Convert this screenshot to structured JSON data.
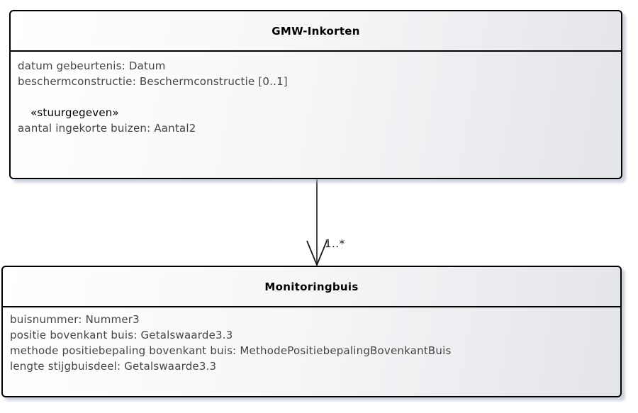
{
  "diagram": {
    "classes": [
      {
        "name": "GMW-Inkorten",
        "attributes": [
          "datum gebeurtenis: Datum",
          "beschermconstructie: Beschermconstructie [0..1]"
        ],
        "stereotype": "«stuurgegeven»",
        "stereotype_attributes": [
          "aantal ingekorte buizen: Aantal2"
        ]
      },
      {
        "name": "Monitoringbuis",
        "attributes": [
          "buisnummer: Nummer3",
          "positie bovenkant buis: Getalswaarde3.3",
          "methode positiebepaling bovenkant buis: MethodePositiebepalingBovenkantBuis",
          "lengte stijgbuisdeel: Getalswaarde3.3"
        ]
      }
    ],
    "association": {
      "source": "GMW-Inkorten",
      "target": "Monitoringbuis",
      "target_multiplicity": "1..*"
    },
    "colors": {
      "border": "#000000",
      "fill_start": "#ffffff",
      "fill_end": "#e4e5e9",
      "attribute_text": "#454545",
      "title_text": "#000000",
      "shadow": "#aab2c4"
    }
  }
}
